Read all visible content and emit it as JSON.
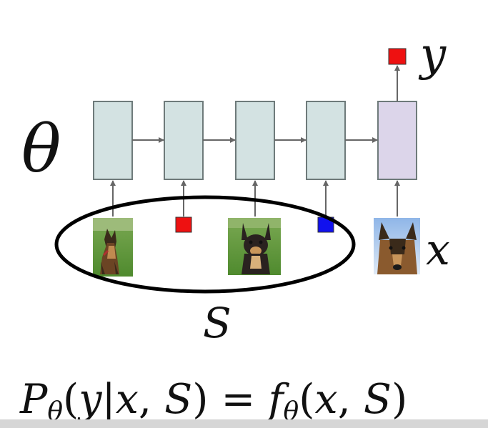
{
  "labels": {
    "theta": "θ",
    "y": "y",
    "x": "x",
    "S": "S"
  },
  "formula": {
    "P": "P",
    "P_sub": "θ",
    "open1": "(",
    "y": "y",
    "bar": "|",
    "x": "x",
    "comma1": ", ",
    "S1": "S",
    "close1": ")",
    "equals": " = ",
    "f": "f",
    "f_sub": "θ",
    "open2": "(",
    "x2": "x",
    "comma2": ", ",
    "S2": "S",
    "close2": ")"
  },
  "inputs": [
    {
      "kind": "image",
      "icon": "german-shepherd-dog-photo"
    },
    {
      "kind": "label",
      "color": "#ee1111"
    },
    {
      "kind": "image",
      "icon": "chihuahua-dog-photo"
    },
    {
      "kind": "label",
      "color": "#1111ee"
    },
    {
      "kind": "image",
      "icon": "german-shepherd-face-photo"
    }
  ],
  "output": {
    "kind": "label",
    "color": "#ee1111"
  },
  "colors": {
    "cell_fill": "#d3e2e2",
    "query_cell_fill": "#dcd5ea",
    "cell_stroke": "#6e7a7a",
    "arrow": "#666666",
    "ellipse": "#000000"
  }
}
